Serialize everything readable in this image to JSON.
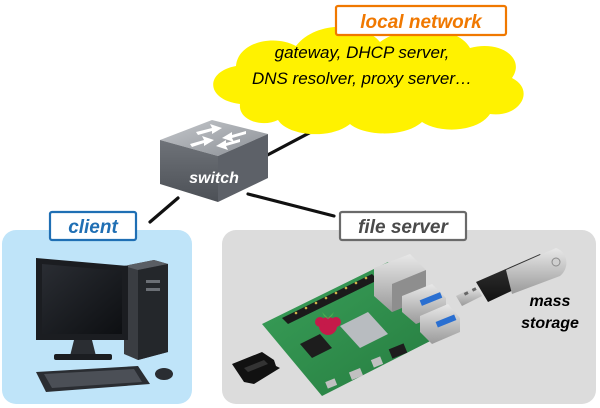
{
  "labels": {
    "local_network": "local network",
    "cloud_line1": "gateway, DHCP server,",
    "cloud_line2": "DNS resolver, proxy server…",
    "switch": "switch",
    "client": "client",
    "file_server": "file server",
    "mass": "mass",
    "storage": "storage"
  },
  "colors": {
    "cloud": "#fff200",
    "client_bg": "#bfe4f9",
    "server_bg": "#dcdcdc",
    "label_orange": "#f07800",
    "label_blue": "#1f6fb4",
    "label_gray": "#6a6a6a",
    "switch_body": "#8a8e94",
    "pcb_green": "#2f8a4a",
    "link_line": "#111111"
  },
  "icons": {
    "switch": "network-switch-icon",
    "computer": "desktop-computer-icon",
    "board": "raspberry-pi-board-icon",
    "usb": "usb-drive-icon",
    "sdcard": "microsd-card-icon"
  }
}
